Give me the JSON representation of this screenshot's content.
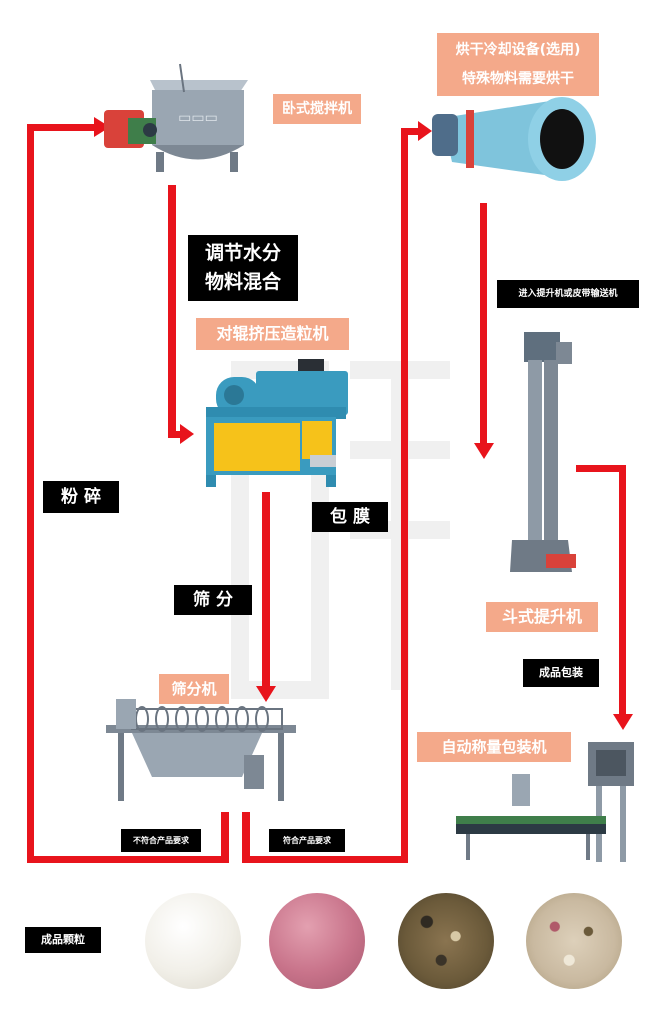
{
  "labels": {
    "mixer": "卧式搅拌机",
    "adjust_line1": "调节水分",
    "adjust_line2": "物料混合",
    "granulator": "对辊挤压造粒机",
    "crush": "粉 碎",
    "coating": "包 膜",
    "screen_step": "筛 分",
    "screener": "筛分机",
    "reject": "不符合产品要求",
    "accept": "符合产品要求",
    "dryer_line1": "烘干冷却设备(选用)",
    "dryer_line2": "特殊物料需要烘干",
    "conveyor": "进入提升机或皮带输送机",
    "elevator": "斗式提升机",
    "packing_step": "成品包装",
    "packer": "自动称量包装机",
    "granules": "成品颗粒"
  },
  "colors": {
    "arrow": "#e8141c",
    "salmon": "#f4a98a",
    "black": "#000000",
    "machine_blue": "#3a9bbf",
    "machine_yellow": "#f6c21a",
    "drum_blue": "#7fc4dc",
    "steel": "#8e9aa6"
  },
  "samples": [
    {
      "name": "white-granules",
      "color": "#f1efe8"
    },
    {
      "name": "pink-granules",
      "color": "#c8738a"
    },
    {
      "name": "mixed-dark-granules",
      "color": "#6b5a3a"
    },
    {
      "name": "mixed-light-granules",
      "color": "#c9b9a0"
    }
  ]
}
